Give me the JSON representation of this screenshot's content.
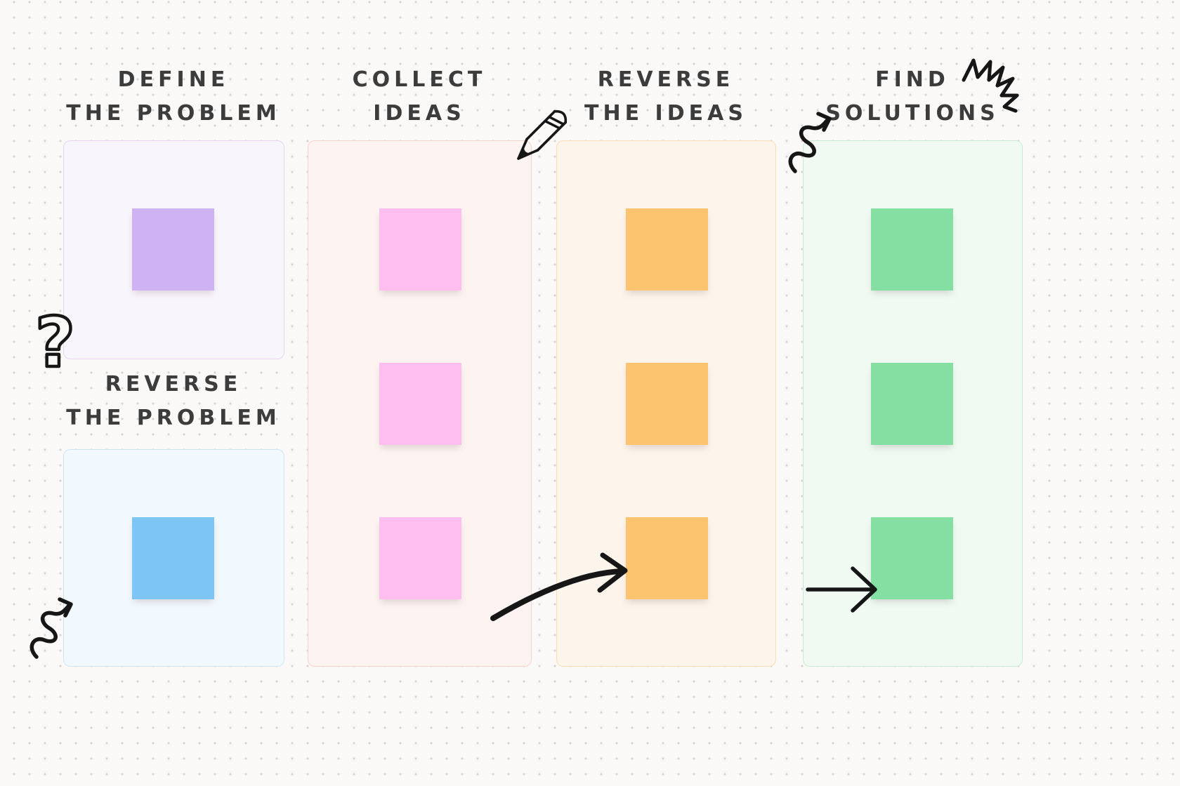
{
  "template": {
    "name_hint": "reverse-brainstorming-board"
  },
  "columns": {
    "define_problem": {
      "title_line1": "DEFINE",
      "title_line2": "THE PROBLEM",
      "sticky_count": 1,
      "sticky_color": "#CEB2F2"
    },
    "reverse_problem": {
      "title_line1": "REVERSE",
      "title_line2": "THE PROBLEM",
      "sticky_count": 1,
      "sticky_color": "#7CC5F4"
    },
    "collect_ideas": {
      "title_line1": "COLLECT",
      "title_line2": "IDEAS",
      "sticky_count": 3,
      "sticky_color": "#FFBEF0"
    },
    "reverse_ideas": {
      "title_line1": "REVERSE",
      "title_line2": "THE IDEAS",
      "sticky_count": 3,
      "sticky_color": "#FCC46E"
    },
    "find_solutions": {
      "title_line1": "FIND",
      "title_line2": "SOLUTIONS",
      "sticky_count": 3,
      "sticky_color": "#85DFA3"
    }
  },
  "icons": {
    "question_mark_doodle": "?",
    "pencil_icon": "pencil",
    "squiggle_arrow_icon": "s-curve arrow",
    "scribble_burst_icon": "zigzag scribble",
    "curved_arrow_icon": "curved arrow right",
    "straight_arrow_icon": "straight arrow right"
  },
  "colors": {
    "canvas_bg": "#FBF9F7",
    "dot": "#DAD4D0",
    "text": "#3C3C3C",
    "ink": "#161616",
    "purple_sticky": "#CEB2F2",
    "purple_fill": "#F9F5FD",
    "purple_border": "#E6D5F3",
    "blue_sticky": "#7CC5F4",
    "blue_fill": "#F2F9FE",
    "blue_border": "#CDE6F6",
    "pink_sticky": "#FFBEF0",
    "pink_fill": "#FDF3F0",
    "pink_border": "#F8D2CC",
    "orange_sticky": "#FCC46E",
    "orange_fill": "#FDF4EC",
    "orange_border": "#F9DFB6",
    "green_sticky": "#85DFA3",
    "green_fill": "#F0FAF3",
    "green_border": "#C7ECD3"
  }
}
